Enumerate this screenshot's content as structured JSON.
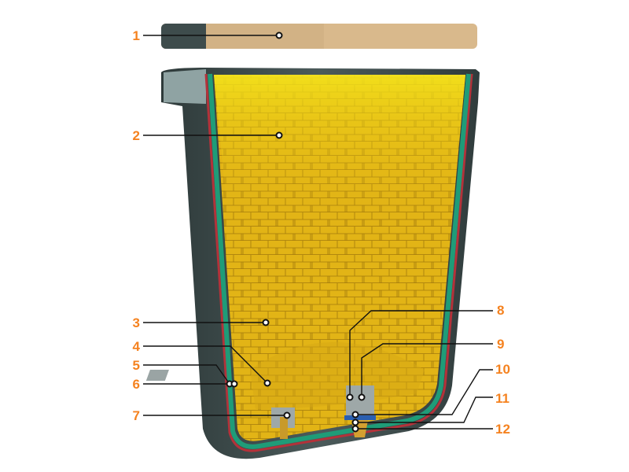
{
  "labels": [
    "1",
    "2",
    "3",
    "4",
    "5",
    "6",
    "7",
    "8",
    "9",
    "10",
    "11",
    "12"
  ],
  "colors": {
    "label": "#f5821f",
    "shell": "#3b4848",
    "lid": "#d9b98c",
    "brick": "#e6b816",
    "brick_light": "#f2e01a",
    "insulation": "#1f9c78",
    "leader": "#111111"
  }
}
